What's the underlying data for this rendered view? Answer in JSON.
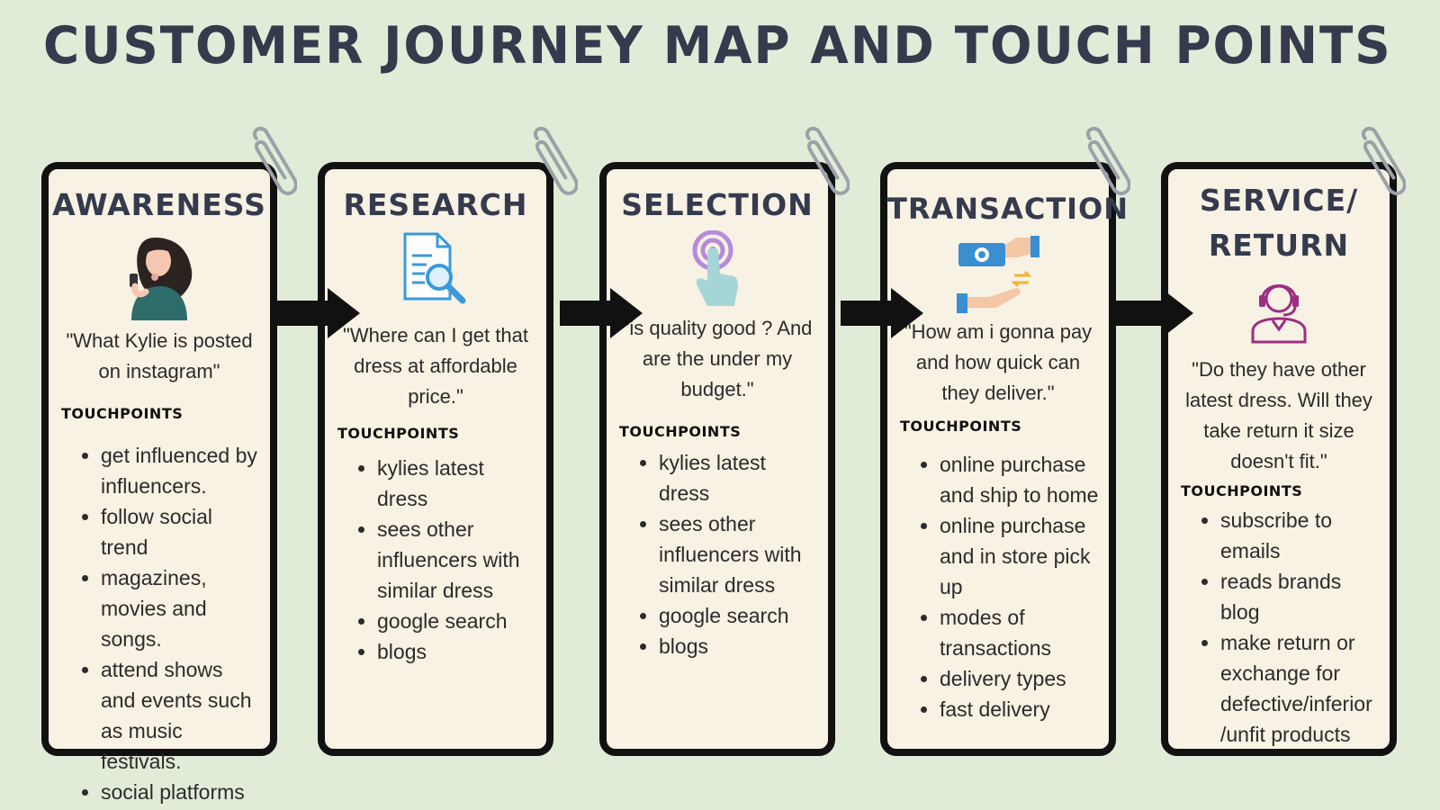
{
  "title": "CUSTOMER JOURNEY MAP AND TOUCH POINTS",
  "touchpoints_label": "TOUCHPOINTS",
  "stages": [
    {
      "title": "AWARENESS",
      "icon": "woman-with-phone-icon",
      "quote": "\"What Kylie is posted on instagram\"",
      "touchpoints": [
        "get influenced by influencers.",
        "follow social trend",
        "magazines, movies and songs.",
        "attend shows and events such as music festivals.",
        "social platforms"
      ]
    },
    {
      "title": "RESEARCH",
      "icon": "document-search-icon",
      "quote": "\"Where can I get that dress at affordable price.\"",
      "touchpoints": [
        "kylies latest dress",
        "sees other influencers with similar dress",
        "google search",
        "blogs"
      ]
    },
    {
      "title": "SELECTION",
      "icon": "finger-tap-icon",
      "quote": "\"is quality good ? And are the under my budget.\"",
      "touchpoints": [
        "kylies latest dress",
        "sees other influencers with similar dress",
        "google search",
        "blogs"
      ]
    },
    {
      "title": "TRANSACTION",
      "icon": "money-exchange-icon",
      "quote": "\"How am i gonna pay and how quick can they deliver.\"",
      "touchpoints": [
        "online purchase and ship to home",
        "online purchase and in store pick up",
        "modes of transactions",
        "delivery types",
        "fast delivery"
      ]
    },
    {
      "title": "SERVICE/ RETURN",
      "icon": "customer-service-headset-icon",
      "quote": "\"Do they have other latest dress. Will they take return it size doesn't fit.\"",
      "touchpoints": [
        "subscribe to emails",
        "reads brands blog",
        "make return or exchange for defective/inferior /unfit products"
      ]
    }
  ],
  "colors": {
    "background": "#e1ecd8",
    "card": "#f7f2e4",
    "border": "#111111",
    "title": "#353a4d"
  }
}
